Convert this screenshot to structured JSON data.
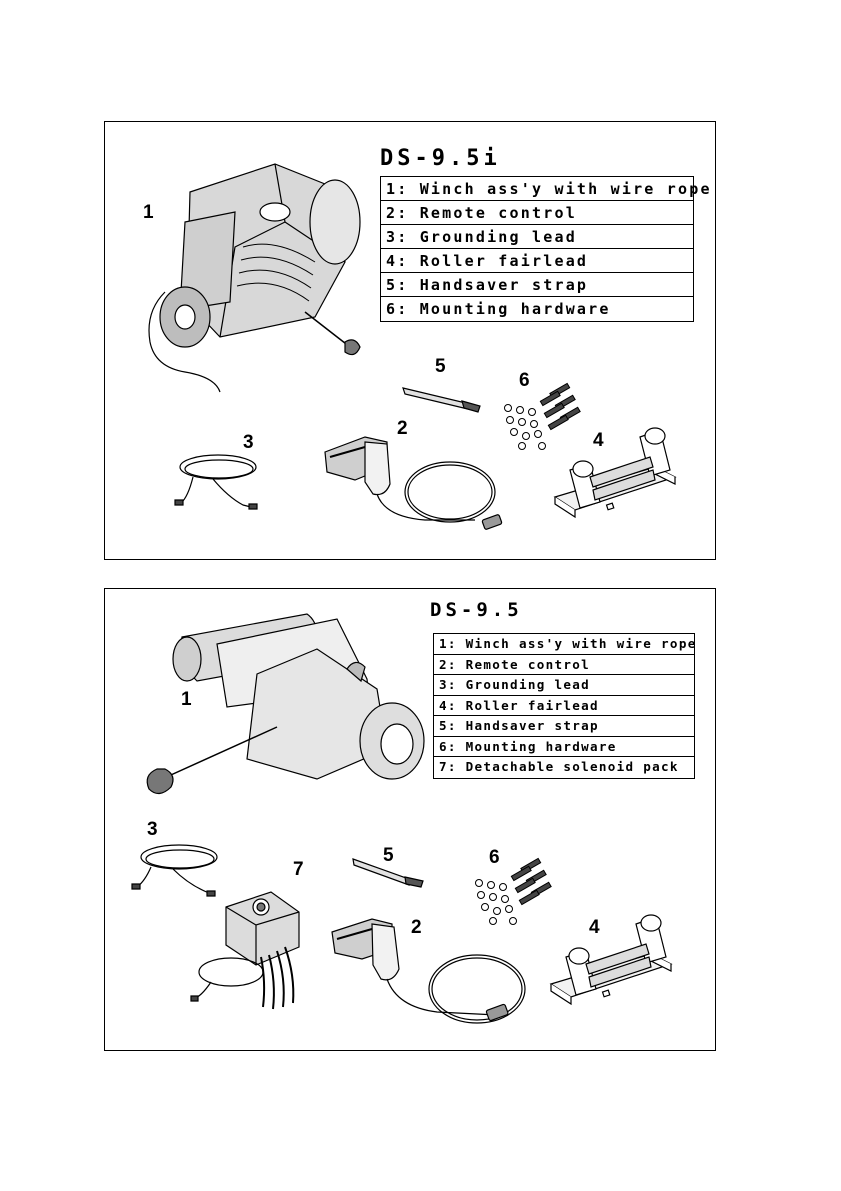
{
  "panel1": {
    "title": "DS-9.5i",
    "parts": [
      "1: Winch ass'y with wire rope",
      "2: Remote control",
      "3: Grounding lead",
      "4: Roller fairlead",
      "5: Handsaver strap",
      "6: Mounting hardware"
    ],
    "callouts": [
      "1",
      "5",
      "6",
      "3",
      "2",
      "4"
    ]
  },
  "panel2": {
    "title": "DS-9.5",
    "parts": [
      "1: Winch ass'y with wire rope",
      "2: Remote control",
      "3: Grounding lead",
      "4: Roller fairlead",
      "5: Handsaver strap",
      "6: Mounting hardware",
      "7: Detachable solenoid pack"
    ],
    "callouts": [
      "1",
      "3",
      "5",
      "6",
      "7",
      "2",
      "4"
    ]
  },
  "icons": [
    "winch-icon",
    "remote-control-icon",
    "grounding-lead-icon",
    "roller-fairlead-icon",
    "handsaver-strap-icon",
    "mounting-hardware-icon",
    "solenoid-pack-icon"
  ]
}
